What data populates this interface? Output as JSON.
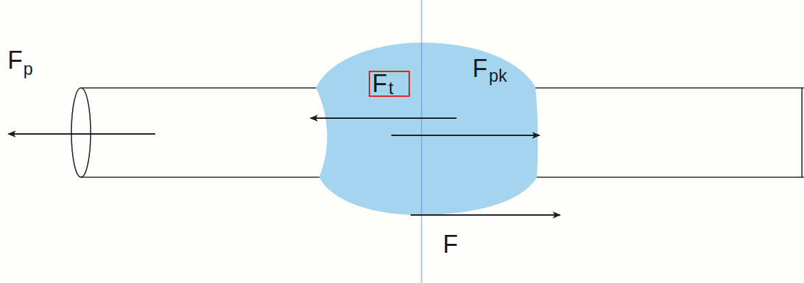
{
  "diagram": {
    "labels": [
      "F",
      "p",
      "F",
      "t",
      "F",
      "pk",
      "F"
    ]
  }
}
